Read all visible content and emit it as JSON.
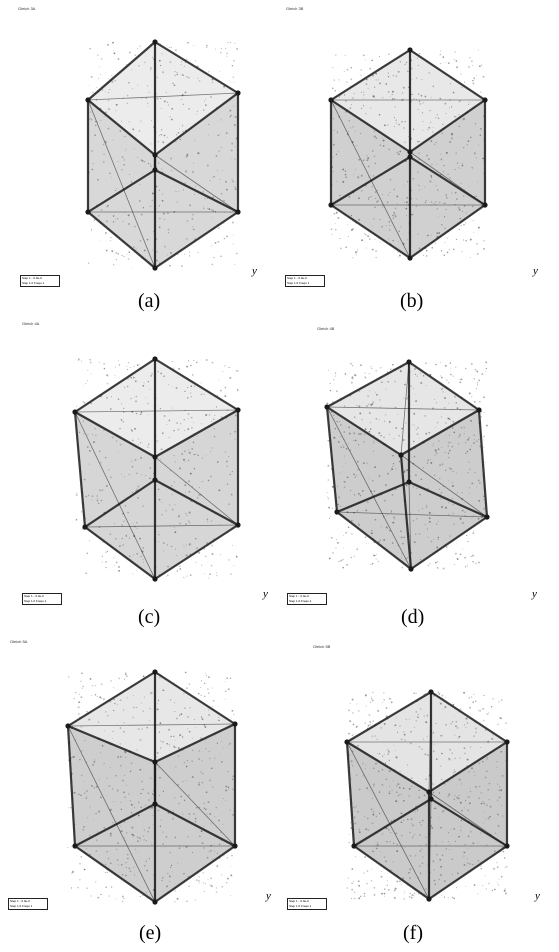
{
  "colors": {
    "frame": "#1a1a1a",
    "face_dark": "#555555",
    "face_light": "#9a9a9a",
    "background": "#ffffff"
  },
  "panels": [
    {
      "caption": "(a)",
      "header": "Gleich 3A",
      "legend_line1": "Step 1 - 0.0e-0",
      "legend_line2": "Step 1.0 Frequ 1",
      "axis_label": "y",
      "shade": 0.35
    },
    {
      "caption": "(b)",
      "header": "Gleich 3B",
      "legend_line1": "Step 1 - 0.0e-0",
      "legend_line2": "Step 1.0 Frequ 1",
      "axis_label": "y",
      "shade": 0.6
    },
    {
      "caption": "(c)",
      "header": "Gleich 4A",
      "legend_line1": "Step 1 - 0.0e-0",
      "legend_line2": "Step 1.0 Frequ 1",
      "axis_label": "y",
      "shade": 0.4
    },
    {
      "caption": "(d)",
      "header": "Gleich 4B",
      "legend_line1": "Step 1 - 0.0e-0",
      "legend_line2": "Step 1.0 Frequ 1",
      "axis_label": "y",
      "shade": 0.7
    },
    {
      "caption": "(e)",
      "header": "Gleich 5A",
      "legend_line1": "Step 1 - 0.0e-0",
      "legend_line2": "Step 1.0 Frequ 1",
      "axis_label": "y",
      "shade": 0.65
    },
    {
      "caption": "(f)",
      "header": "Gleich 5B",
      "legend_line1": "Step 1 - 0.0e-0",
      "legend_line2": "Step 1.0 Frequ 1",
      "axis_label": "y",
      "shade": 0.8
    }
  ]
}
